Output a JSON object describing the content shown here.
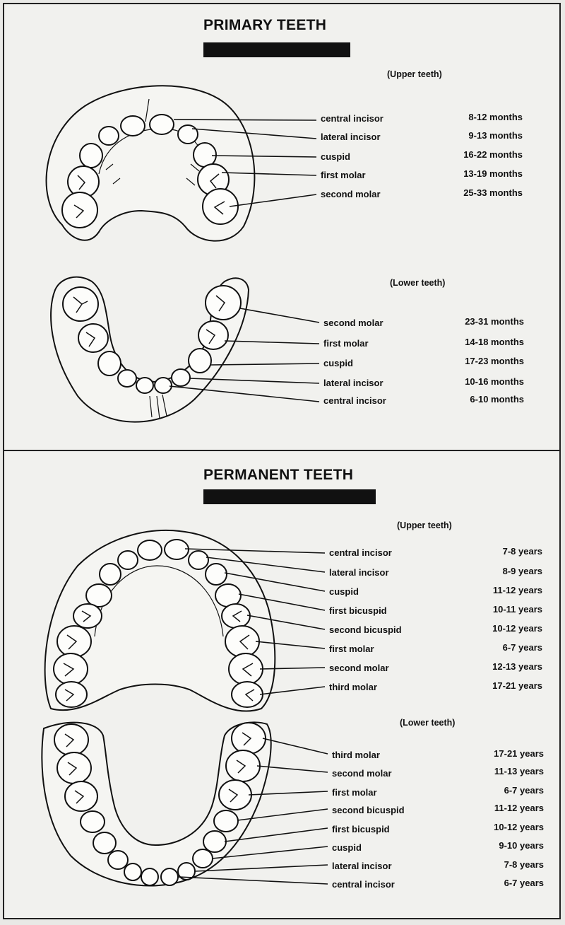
{
  "primary": {
    "title": "PRIMARY TEETH",
    "upper": {
      "heading": "(Upper teeth)",
      "teeth": [
        {
          "name": "central incisor",
          "age": "8-12 months"
        },
        {
          "name": "lateral incisor",
          "age": "9-13 months"
        },
        {
          "name": "cuspid",
          "age": "16-22 months"
        },
        {
          "name": "first molar",
          "age": "13-19 months"
        },
        {
          "name": "second molar",
          "age": "25-33 months"
        }
      ]
    },
    "lower": {
      "heading": "(Lower teeth)",
      "teeth": [
        {
          "name": "second molar",
          "age": "23-31 months"
        },
        {
          "name": "first molar",
          "age": "14-18 months"
        },
        {
          "name": "cuspid",
          "age": "17-23 months"
        },
        {
          "name": "lateral incisor",
          "age": "10-16 months"
        },
        {
          "name": "central incisor",
          "age": "6-10 months"
        }
      ]
    }
  },
  "permanent": {
    "title": "PERMANENT TEETH",
    "upper": {
      "heading": "(Upper teeth)",
      "teeth": [
        {
          "name": "central incisor",
          "age": "7-8 years"
        },
        {
          "name": "lateral incisor",
          "age": "8-9 years"
        },
        {
          "name": "cuspid",
          "age": "11-12 years"
        },
        {
          "name": "first bicuspid",
          "age": "10-11 years"
        },
        {
          "name": "second bicuspid",
          "age": "10-12 years"
        },
        {
          "name": "first molar",
          "age": "6-7 years"
        },
        {
          "name": "second molar",
          "age": "12-13 years"
        },
        {
          "name": "third molar",
          "age": "17-21 years"
        }
      ]
    },
    "lower": {
      "heading": "(Lower teeth)",
      "teeth": [
        {
          "name": "third molar",
          "age": "17-21 years"
        },
        {
          "name": "second molar",
          "age": "11-13 years"
        },
        {
          "name": "first molar",
          "age": "6-7 years"
        },
        {
          "name": "second bicuspid",
          "age": "11-12 years"
        },
        {
          "name": "first bicuspid",
          "age": "10-12 years"
        },
        {
          "name": "cuspid",
          "age": "9-10 years"
        },
        {
          "name": "lateral incisor",
          "age": "7-8 years"
        },
        {
          "name": "central incisor",
          "age": "6-7 years"
        }
      ]
    }
  }
}
